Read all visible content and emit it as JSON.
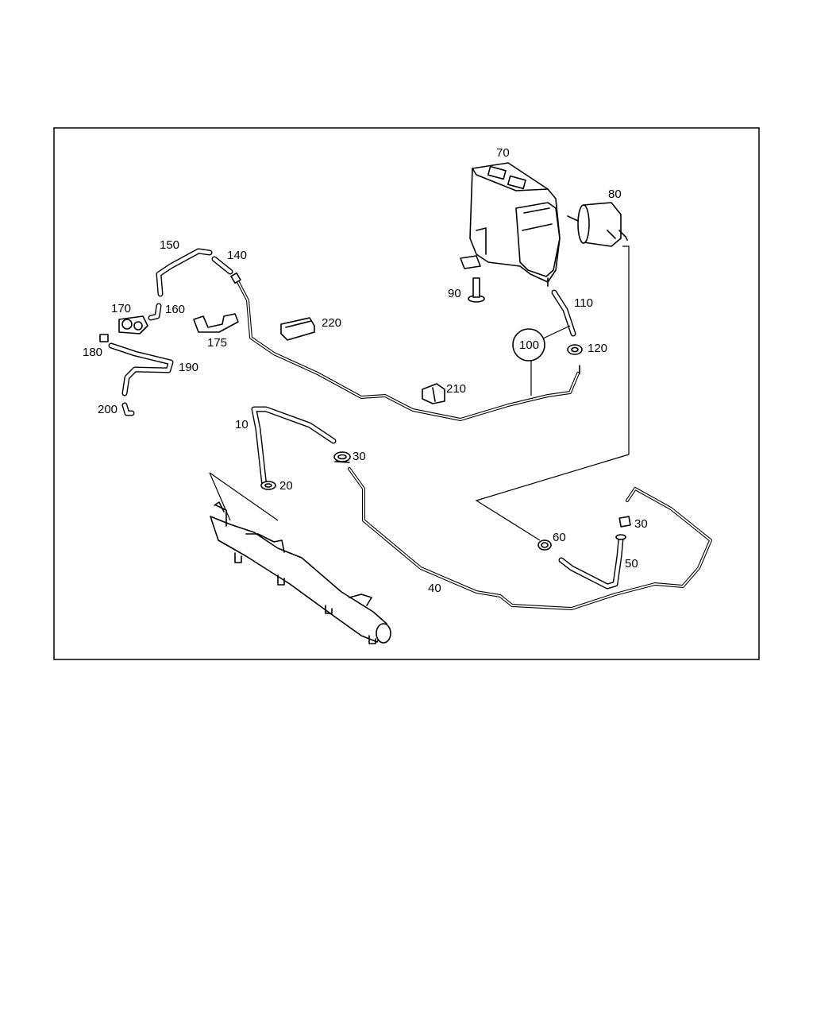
{
  "labels": {
    "p10": "10",
    "p20": "20",
    "p30a": "30",
    "p30b": "30",
    "p40": "40",
    "p50": "50",
    "p60": "60",
    "p70": "70",
    "p80": "80",
    "p90": "90",
    "p100": "100",
    "p110": "110",
    "p120": "120",
    "p140": "140",
    "p150": "150",
    "p160": "160",
    "p170": "170",
    "p175": "175",
    "p180": "180",
    "p190": "190",
    "p200": "200",
    "p210": "210",
    "p220": "220"
  }
}
